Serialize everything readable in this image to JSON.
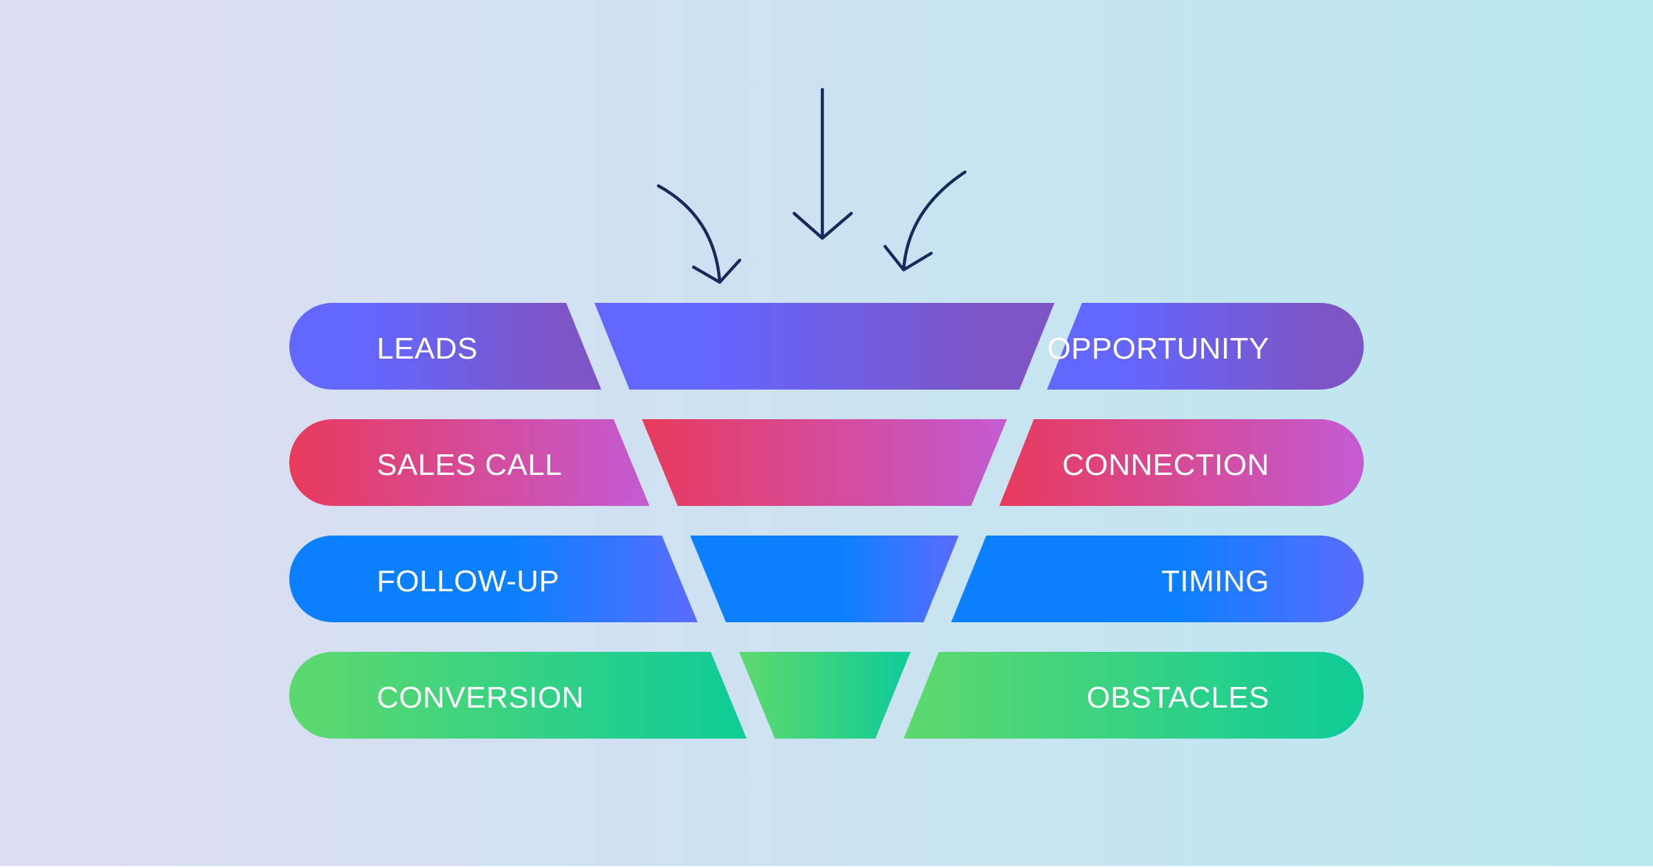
{
  "funnel": {
    "rows": [
      {
        "left_label": "LEADS",
        "right_label": "OPPORTUNITY",
        "colors": [
          "#6366ff",
          "#7d55c6"
        ]
      },
      {
        "left_label": "SALES CALL",
        "right_label": "CONNECTION",
        "colors": [
          "#e83a5c",
          "#c35bd3"
        ]
      },
      {
        "left_label": "FOLLOW-UP",
        "right_label": "TIMING",
        "colors": [
          "#0a80ff",
          "#5b6bff"
        ]
      },
      {
        "left_label": "CONVERSION",
        "right_label": "OBSTACLES",
        "colors": [
          "#5bd86f",
          "#12cc96"
        ]
      }
    ]
  },
  "background": {
    "left": "#dedcf2",
    "right": "#b9e8f1",
    "bottom_strip": "#ffffff"
  },
  "arrows": {
    "color": "#172a5c",
    "count": 3
  }
}
